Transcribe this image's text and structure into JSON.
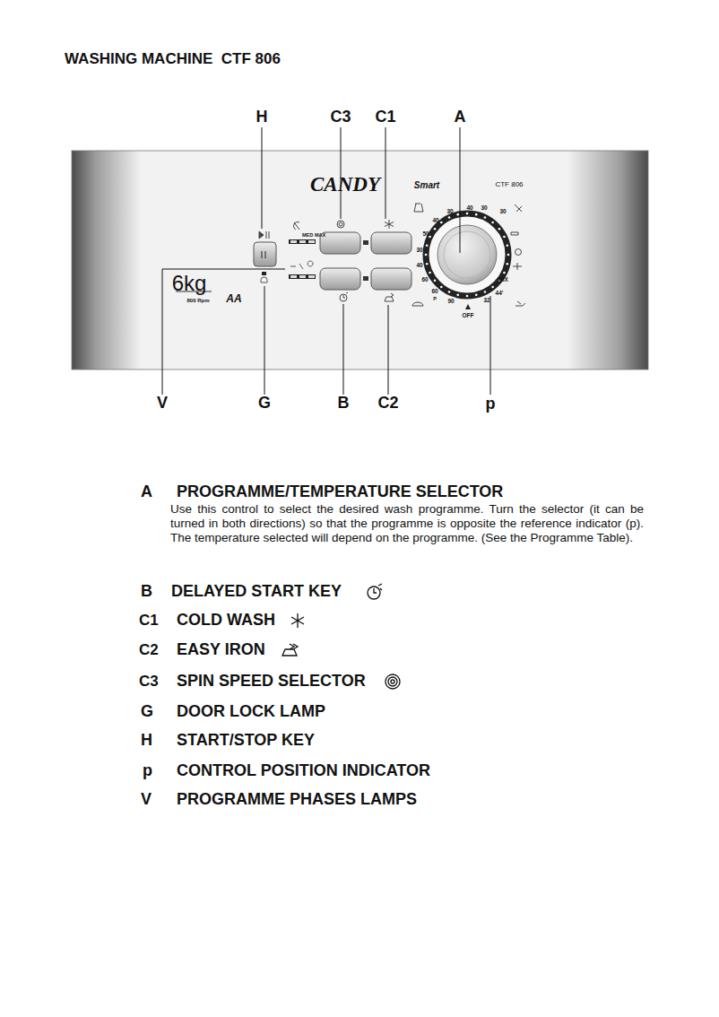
{
  "diagram": {
    "title": "WASHING MACHINE  CTF 806",
    "nodes": [
      {
        "text": [
          "CANDY",
          "Smart",
          "CTF 806",
          "MED",
          "MAX",
          "6kg",
          "800 Rpm",
          "AA",
          "30",
          "40",
          "50",
          "30",
          "40",
          "60",
          "60",
          "P",
          "90",
          "40",
          "30",
          "30",
          "MIX",
          "44'",
          "32",
          "OFF"
        ]
      }
    ],
    "labels": [
      "H",
      "C3",
      "C1",
      "A",
      "V",
      "G",
      "B",
      "C2",
      "p",
      "A",
      "PROGRAMME/TEMPERATURE SELECTOR",
      "Use this control to select the desired wash programme. Turn the selector (it can be turned in both directions) so that the programme is opposite the reference indicator (p). The temperature selected will depend on the programme. (See the Programme Table).",
      "B",
      "DELAYED START KEY",
      "C1",
      "COLD WASH",
      "C2",
      "EASY IRON",
      "C3",
      "SPIN SPEED SELECTOR",
      "G",
      "DOOR LOCK LAMP",
      "H",
      "START/STOP KEY",
      "p",
      "CONTROL POSITION INDICATOR",
      "V",
      "PROGRAMME PHASES LAMPS"
    ]
  }
}
